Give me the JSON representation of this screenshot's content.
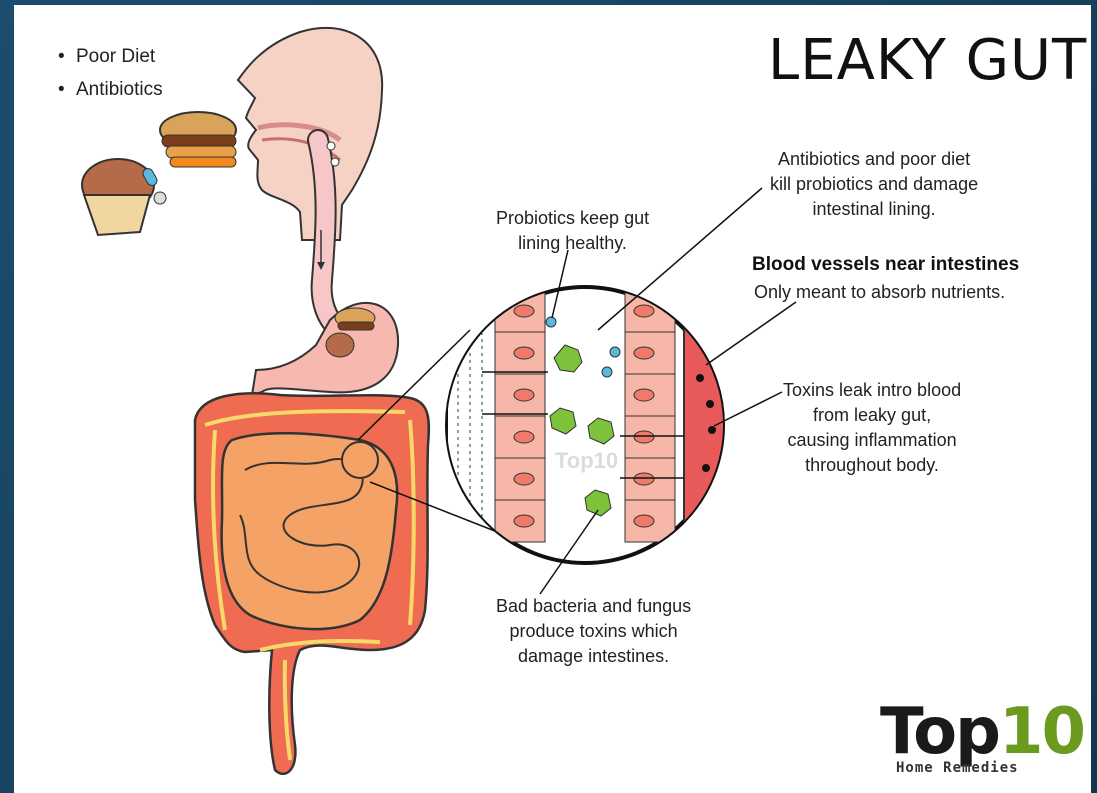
{
  "title": "LEAKY GUT",
  "causes": [
    "Poor Diet",
    "Antibiotics"
  ],
  "annotations": {
    "probiotics": "Probiotics keep gut lining healthy.",
    "probiotics_line1": "Probiotics keep gut",
    "probiotics_line2": "lining healthy.",
    "antibiotics_line1": "Antibiotics and poor diet",
    "antibiotics_line2": "kill probiotics and damage",
    "antibiotics_line3": "intestinal lining.",
    "vessels_heading": "Blood vessels near intestines",
    "vessels_text": "Only meant to absorb nutrients.",
    "toxins_line1": "Toxins leak intro blood",
    "toxins_line2": "from leaky gut,",
    "toxins_line3": "causing inflammation",
    "toxins_line4": "throughout body.",
    "bacteria_line1": "Bad bacteria and fungus",
    "bacteria_line2": "produce toxins which",
    "bacteria_line3": "damage intestines."
  },
  "logo": {
    "main": "Top",
    "number": "10",
    "sub": "Home Remedies"
  },
  "watermark": "Top10",
  "colors": {
    "colon": "#e8553e",
    "small_intestine": "#f4a265",
    "esophagus": "#f7c6c6",
    "skin": "#f5d2c4",
    "cell": "#f6b7a8",
    "vessel": "#e85a5a",
    "bacteria": "#7cc23a",
    "probiotic": "#5bb8e0",
    "logo_green": "#6a9a1e"
  }
}
